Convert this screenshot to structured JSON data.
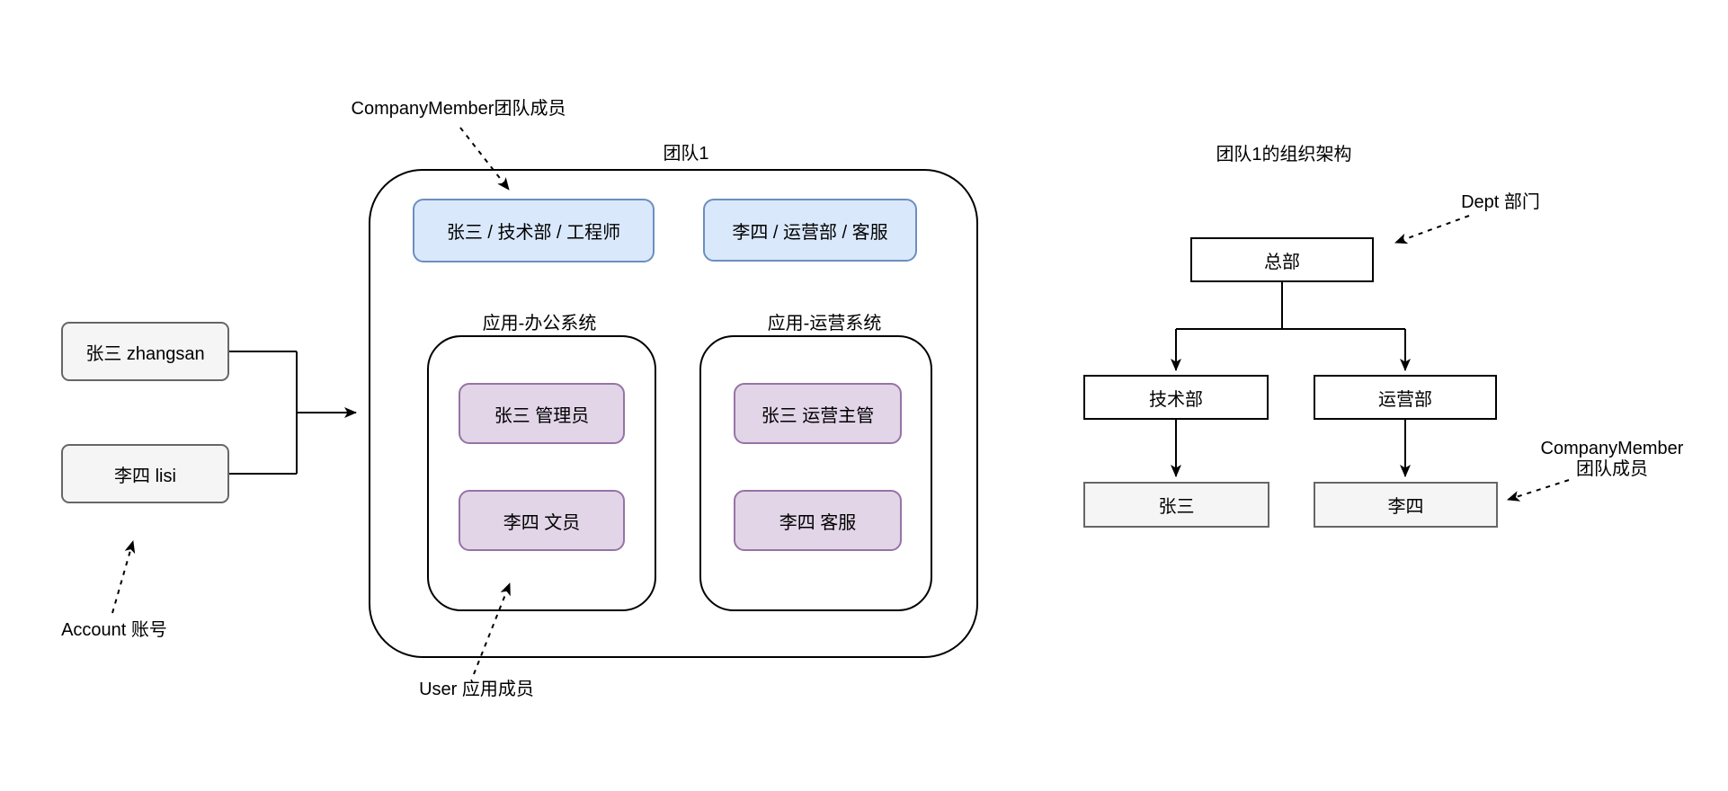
{
  "accounts": {
    "items": [
      "张三 zhangsan",
      "李四 lisi"
    ],
    "annotation": "Account 账号"
  },
  "team": {
    "title": "团队1",
    "member_annotation": "CompanyMember团队成员",
    "members": [
      "张三 / 技术部 / 工程师",
      "李四 / 运营部 / 客服"
    ],
    "user_annotation": "User 应用成员",
    "apps": [
      {
        "title": "应用-办公系统",
        "users": [
          "张三 管理员",
          "李四 文员"
        ]
      },
      {
        "title": "应用-运营系统",
        "users": [
          "张三 运营主管",
          "李四 客服"
        ]
      }
    ]
  },
  "org": {
    "title": "团队1的组织架构",
    "dept_annotation": "Dept 部门",
    "member_annotation": {
      "line1": "CompanyMember",
      "line2": "团队成员"
    },
    "root": "总部",
    "depts": [
      "技术部",
      "运营部"
    ],
    "members": [
      "张三",
      "李四"
    ]
  },
  "colors": {
    "member_fill": "#dae8fc",
    "member_border": "#6c8ebf",
    "user_fill": "#e1d5e7",
    "user_border": "#9673a6",
    "account_fill": "#f5f5f5",
    "account_border": "#666666",
    "line": "#000000",
    "background": "#ffffff"
  }
}
